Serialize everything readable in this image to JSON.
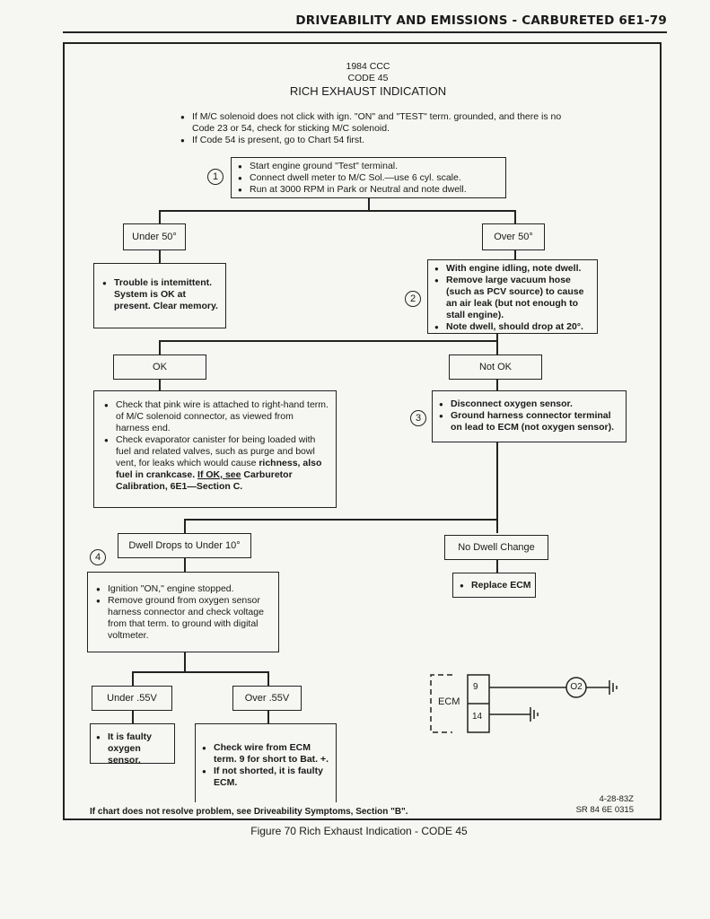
{
  "header": {
    "title": "DRIVEABILITY AND EMISSIONS - CARBURETED 6E1-79"
  },
  "chart": {
    "title_line1": "1984 CCC",
    "title_line2": "CODE 45",
    "title_line3": "RICH EXHAUST INDICATION",
    "intro": [
      "If M/C solenoid does not click with ign. \"ON\" and \"TEST\" term. grounded, and there is no Code 23 or 54, check for sticking M/C solenoid.",
      "If Code 54 is present, go to Chart 54 first."
    ],
    "step1": {
      "num": "1",
      "items": [
        "Start engine ground \"Test\" terminal.",
        "Connect dwell meter to M/C Sol.—use 6 cyl. scale.",
        "Run at 3000 RPM in Park or Neutral and note dwell."
      ]
    },
    "under50": "Under 50°",
    "over50": "Over 50°",
    "intermittent": "Trouble is intemittent. System is OK at present. Clear memory.",
    "step2": {
      "num": "2",
      "items": [
        "With engine idling, note dwell.",
        "Remove large vacuum hose (such as PCV source) to cause an air leak (but not enough to stall engine).",
        "Note dwell, should drop at 20°."
      ]
    },
    "ok": "OK",
    "not_ok": "Not OK",
    "check_box": {
      "item1": "Check that pink wire is attached to right-hand term. of M/C solenoid connector, as viewed from harness end.",
      "item2_a": "Check evaporator canister for being loaded with fuel and related valves, such as purge and bowl vent, for leaks which would cause ",
      "item2_b": "richness, also fuel in crankcase. ",
      "item2_link": "If OK, see",
      "item2_c": "Carburetor Calibration, 6E1—Section C."
    },
    "step3": {
      "num": "3",
      "items": [
        "Disconnect oxygen sensor.",
        "Ground harness connector terminal on lead to ECM (not oxygen sensor)."
      ]
    },
    "dwell_drops": "Dwell Drops to Under 10°",
    "no_dwell": "No Dwell Change",
    "replace_ecm": "Replace ECM",
    "step4": {
      "num": "4",
      "items": [
        "Ignition \"ON,\" engine stopped.",
        "Remove ground from oxygen sensor harness connector and check voltage from that term. to ground with digital voltmeter."
      ]
    },
    "under55": "Under .55V",
    "over55": "Over .55V",
    "faulty_sensor": "It is faulty oxygen sensor.",
    "check_wire": [
      "Check wire from ECM term. 9 for short to Bat. +.",
      "If not shorted, it is faulty ECM."
    ],
    "diagram": {
      "ecm": "ECM",
      "term9": "9",
      "term14": "14",
      "sensor": "O2"
    },
    "footer_note": "If chart does not resolve problem, see Driveability Symptoms, Section \"B\".",
    "ref_date": "4-28-83Z",
    "ref_code": "SR 84 6E 0315"
  },
  "caption": "Figure 70 Rich Exhaust Indication - CODE 45"
}
